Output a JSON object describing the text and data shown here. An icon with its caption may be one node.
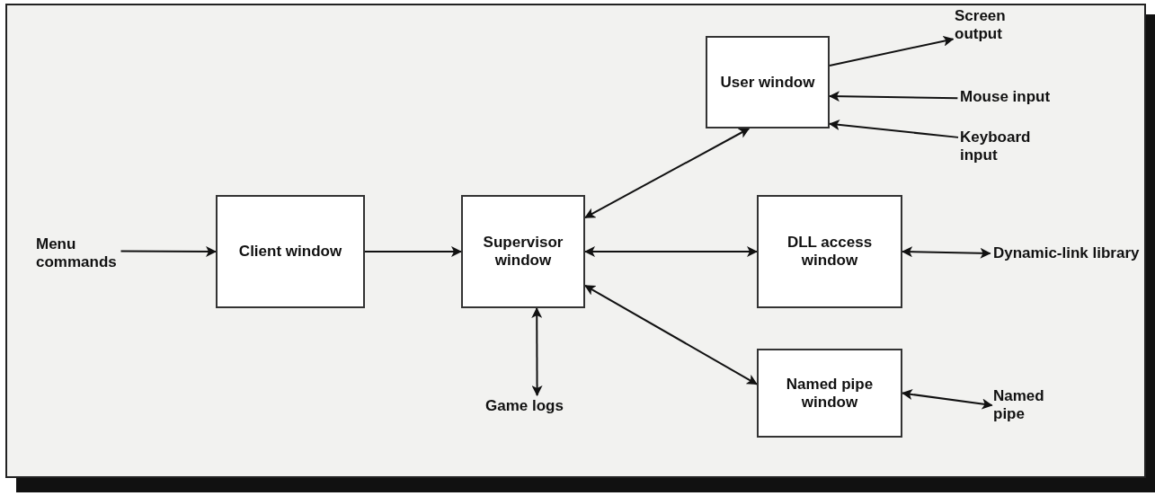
{
  "diagram": {
    "nodes": [
      {
        "text": [
          "Menu commands"
        ]
      },
      {
        "text": [
          "Client window"
        ]
      },
      {
        "text": [
          "Supervisor window"
        ]
      },
      {
        "text": [
          "Game logs"
        ]
      },
      {
        "text": [
          "User window"
        ]
      },
      {
        "text": [
          "Screen output"
        ]
      },
      {
        "text": [
          "Mouse input"
        ]
      },
      {
        "text": [
          "Keyboard input"
        ]
      },
      {
        "text": [
          "DLL access window"
        ]
      },
      {
        "text": [
          "Dynamic-link library"
        ]
      },
      {
        "text": [
          "Named pipe window"
        ]
      },
      {
        "text": [
          "Named pipe"
        ]
      }
    ],
    "edges": [
      {
        "from": 0,
        "to": 1,
        "arrow": "to"
      },
      {
        "from": 1,
        "to": 2,
        "arrow": "to"
      },
      {
        "from": 2,
        "to": 3,
        "arrow": "both"
      },
      {
        "from": 2,
        "to": 4,
        "arrow": "both"
      },
      {
        "from": 2,
        "to": 8,
        "arrow": "both"
      },
      {
        "from": 2,
        "to": 10,
        "arrow": "both"
      },
      {
        "from": 4,
        "to": 5,
        "arrow": "to"
      },
      {
        "from": 6,
        "to": 4,
        "arrow": "to"
      },
      {
        "from": 7,
        "to": 4,
        "arrow": "to"
      },
      {
        "from": 8,
        "to": 9,
        "arrow": "both"
      },
      {
        "from": 10,
        "to": 11,
        "arrow": "both"
      }
    ]
  }
}
